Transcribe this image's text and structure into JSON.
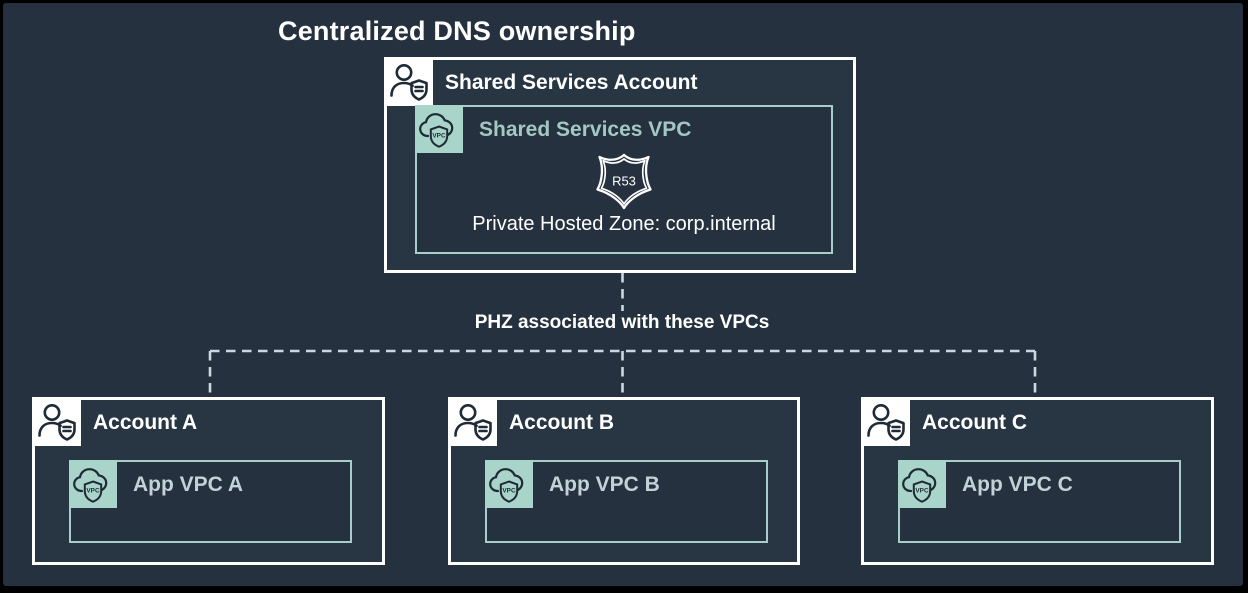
{
  "title": "Centralized DNS ownership",
  "shared_account": {
    "label": "Shared Services Account",
    "vpc": {
      "label": "Shared Services VPC",
      "r53_badge_text": "R53",
      "phz_label": "Private Hosted Zone: corp.internal"
    }
  },
  "association_note": "PHZ associated with these VPCs",
  "accounts": [
    {
      "label": "Account A",
      "vpc_label": "App VPC A"
    },
    {
      "label": "Account B",
      "vpc_label": "App VPC B"
    },
    {
      "label": "Account C",
      "vpc_label": "App VPC C"
    }
  ],
  "icons": {
    "account": "user-shield-account-icon",
    "vpc": "cloud-vpc-icon",
    "route53": "r53-route-shield-icon"
  },
  "colors": {
    "background": "#263140",
    "frame": "#000000",
    "account_border": "#ffffff",
    "vpc_border": "#a8cecb",
    "vpc_icon_bg": "#a9d4c9",
    "shared_vpc_label_text": "#a3c8c3",
    "app_vpc_label_text": "#c3d2d6",
    "dashed_connector": "#c9dade",
    "text": "#ffffff"
  }
}
